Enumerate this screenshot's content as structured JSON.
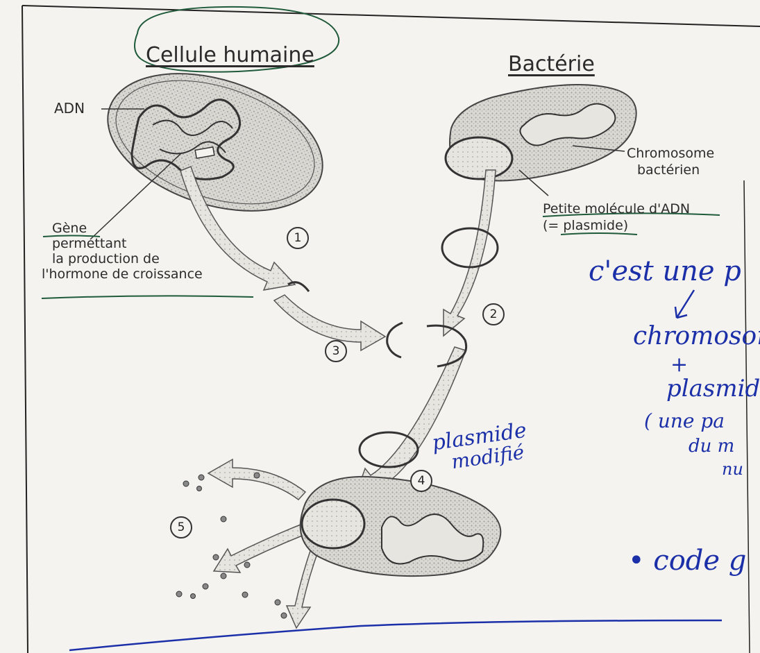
{
  "titles": {
    "human_cell": "Cellule humaine",
    "bacteria": "Bactérie"
  },
  "labels": {
    "adn": "ADN",
    "gene_line1": "Gène",
    "gene_line2": "permettant",
    "gene_line3": "la production de",
    "gene_line4": "l'hormone de croissance",
    "chromosome_line1": "Chromosome",
    "chromosome_line2": "bactérien",
    "plasmid_line1": "Petite molécule d'ADN",
    "plasmid_line2": "(= plasmide)"
  },
  "steps": [
    "1",
    "2",
    "3",
    "4",
    "5"
  ],
  "handwritten": {
    "plasmid_modified_1": "plasmide",
    "plasmid_modified_2": "modifié",
    "note_line1": "c'est une p",
    "note_line2": "chromosom",
    "note_plus": "+",
    "note_line3": "plasmid",
    "note_line4": "( une pa",
    "note_line5": "du m",
    "note_line6": "nu",
    "note_code": "• code g"
  },
  "colors": {
    "ink": "#2b2b2b",
    "pen_blue": "#1b2fa8",
    "pen_green": "#1f5a3a"
  }
}
